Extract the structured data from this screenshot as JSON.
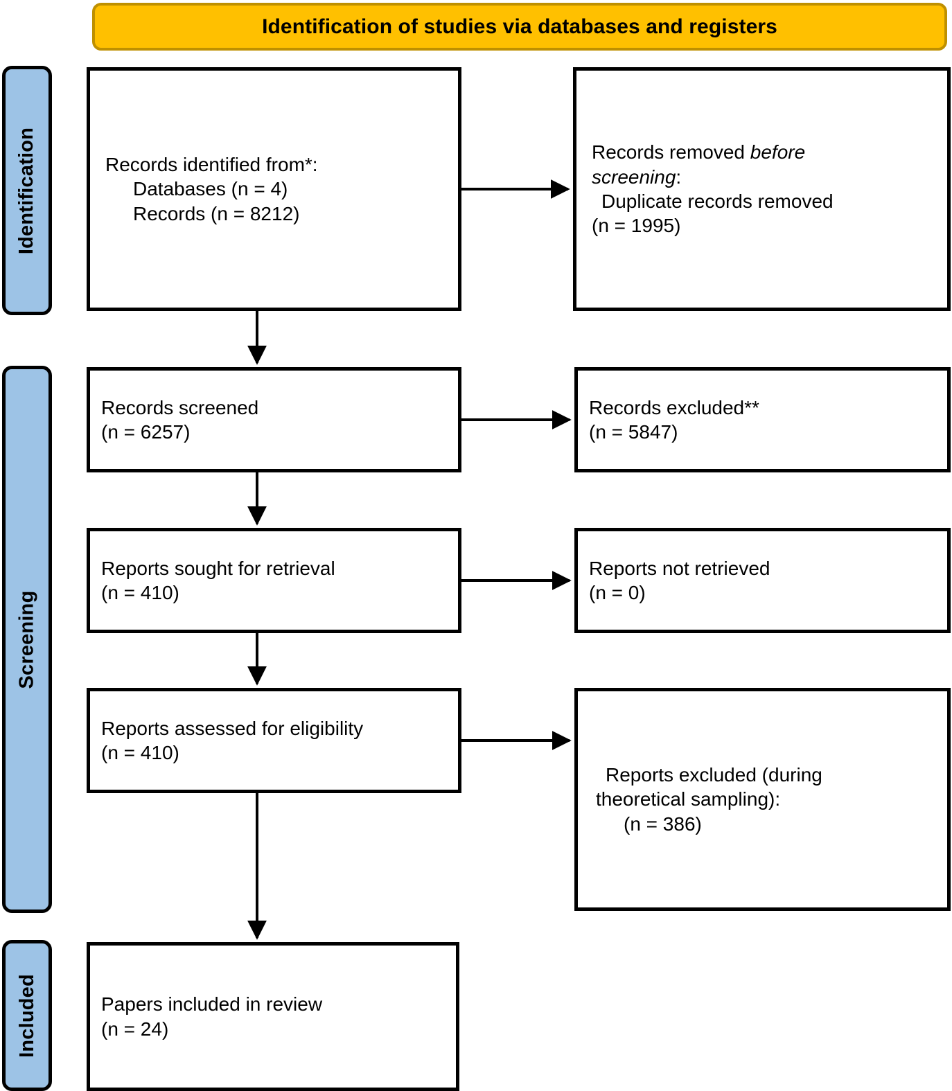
{
  "banner": {
    "title": "Identification of studies via databases and registers",
    "fill_color": "#FFC000",
    "border_color": "#BF9000"
  },
  "stages": [
    {
      "id": "identification",
      "label": "Identification",
      "fill_color": "#9DC3E6"
    },
    {
      "id": "screening",
      "label": "Screening",
      "fill_color": "#9DC3E6"
    },
    {
      "id": "included",
      "label": "Included",
      "fill_color": "#9DC3E6"
    }
  ],
  "boxes": {
    "identified": {
      "line1": "Records identified from*:",
      "line2": "Databases (n = 4)",
      "line3": "Records (n = 8212)"
    },
    "removed": {
      "line1_a": "Records removed ",
      "line1_b": "before",
      "line2_a": "screening",
      "line2_b": ":",
      "line3": "Duplicate records removed",
      "line4": "(n = 1995)"
    },
    "screened": {
      "line1": "Records screened",
      "line2": "(n = 6257)"
    },
    "records_excluded": {
      "line1": "Records excluded**",
      "line2": "(n = 5847)"
    },
    "sought": {
      "line1": "Reports sought for retrieval",
      "line2": "(n = 410)"
    },
    "not_retrieved": {
      "line1": "Reports not retrieved",
      "line2": "(n = 0)"
    },
    "assessed": {
      "line1": "Reports assessed for eligibility",
      "line2": "(n = 410)"
    },
    "excluded_sampling": {
      "line1": "Reports excluded (during",
      "line2": "theoretical sampling):",
      "line3": "(n = 386)"
    },
    "included": {
      "line1": "Papers included in review",
      "line2": "(n = 24)"
    }
  },
  "chart_data": {
    "type": "diagram",
    "title": "Identification of studies via databases and registers",
    "nodes": [
      {
        "stage": "Identification",
        "label": "Records identified from*: Databases (n = 4); Records (n = 8212)",
        "n": 8212
      },
      {
        "stage": "Identification",
        "label": "Records removed before screening: Duplicate records removed (n = 1995)",
        "n": 1995
      },
      {
        "stage": "Screening",
        "label": "Records screened (n = 6257)",
        "n": 6257
      },
      {
        "stage": "Screening",
        "label": "Records excluded** (n = 5847)",
        "n": 5847
      },
      {
        "stage": "Screening",
        "label": "Reports sought for retrieval (n = 410)",
        "n": 410
      },
      {
        "stage": "Screening",
        "label": "Reports not retrieved (n = 0)",
        "n": 0
      },
      {
        "stage": "Screening",
        "label": "Reports assessed for eligibility (n = 410)",
        "n": 410
      },
      {
        "stage": "Screening",
        "label": "Reports excluded (during theoretical sampling): (n = 386)",
        "n": 386
      },
      {
        "stage": "Included",
        "label": "Papers included in review (n = 24)",
        "n": 24
      }
    ],
    "edges": [
      {
        "from": "Records identified",
        "to": "Records removed before screening",
        "direction": "right"
      },
      {
        "from": "Records identified",
        "to": "Records screened",
        "direction": "down"
      },
      {
        "from": "Records screened",
        "to": "Records excluded**",
        "direction": "right"
      },
      {
        "from": "Records screened",
        "to": "Reports sought for retrieval",
        "direction": "down"
      },
      {
        "from": "Reports sought for retrieval",
        "to": "Reports not retrieved",
        "direction": "right"
      },
      {
        "from": "Reports sought for retrieval",
        "to": "Reports assessed for eligibility",
        "direction": "down"
      },
      {
        "from": "Reports assessed for eligibility",
        "to": "Reports excluded (during theoretical sampling)",
        "direction": "right"
      },
      {
        "from": "Reports assessed for eligibility",
        "to": "Papers included in review",
        "direction": "down"
      }
    ]
  }
}
